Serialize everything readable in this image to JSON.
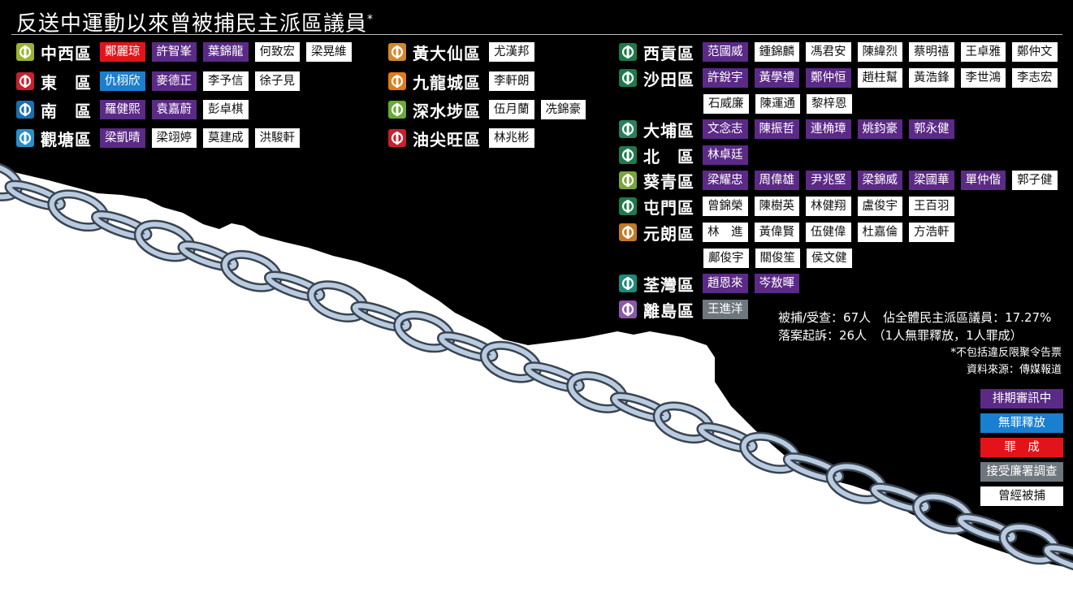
{
  "title": "反送中運動以來曾被捕民主派區議員",
  "title_mark": "*",
  "colors": {
    "trial": "#5b2a86",
    "acquitted": "#1a7fce",
    "convicted": "#e2141a",
    "icac": "#6f777e",
    "arrested": "#ffffff"
  },
  "districts": [
    {
      "name": "中西區",
      "icon": "central-western-emblem",
      "names": [
        {
          "n": "鄭麗琼",
          "s": "convicted"
        },
        {
          "n": "許智峯",
          "s": "trial"
        },
        {
          "n": "葉錦龍",
          "s": "trial"
        },
        {
          "n": "何致宏",
          "s": "arrested"
        },
        {
          "n": "梁晃維",
          "s": "arrested"
        }
      ]
    },
    {
      "name": "東　區",
      "icon": "eastern-emblem",
      "names": [
        {
          "n": "仇栩欣",
          "s": "acquitted"
        },
        {
          "n": "麥德正",
          "s": "trial"
        },
        {
          "n": "李予信",
          "s": "arrested"
        },
        {
          "n": "徐子見",
          "s": "arrested"
        }
      ]
    },
    {
      "name": "南　區",
      "icon": "southern-emblem",
      "names": [
        {
          "n": "羅健熙",
          "s": "trial"
        },
        {
          "n": "袁嘉蔚",
          "s": "trial"
        },
        {
          "n": "彭卓棋",
          "s": "arrested"
        }
      ]
    },
    {
      "name": "觀塘區",
      "icon": "kwun-tong-emblem",
      "names": [
        {
          "n": "梁凱晴",
          "s": "trial"
        },
        {
          "n": "梁翊婷",
          "s": "arrested"
        },
        {
          "n": "莫建成",
          "s": "arrested"
        },
        {
          "n": "洪駿軒",
          "s": "arrested"
        }
      ]
    },
    {
      "name": "黃大仙區",
      "icon": "wong-tai-sin-emblem",
      "names": [
        {
          "n": "尤漢邦",
          "s": "arrested"
        }
      ]
    },
    {
      "name": "九龍城區",
      "icon": "kowloon-city-emblem",
      "names": [
        {
          "n": "李軒朗",
          "s": "arrested"
        }
      ]
    },
    {
      "name": "深水埗區",
      "icon": "sham-shui-po-emblem",
      "names": [
        {
          "n": "伍月蘭",
          "s": "arrested"
        },
        {
          "n": "冼錦豪",
          "s": "arrested"
        }
      ]
    },
    {
      "name": "油尖旺區",
      "icon": "yau-tsim-mong-emblem",
      "names": [
        {
          "n": "林兆彬",
          "s": "arrested"
        }
      ]
    },
    {
      "name": "西貢區",
      "icon": "sai-kung-emblem",
      "names": [
        {
          "n": "范國威",
          "s": "trial"
        },
        {
          "n": "鍾錦麟",
          "s": "arrested"
        },
        {
          "n": "馮君安",
          "s": "arrested"
        },
        {
          "n": "陳緯烈",
          "s": "arrested"
        },
        {
          "n": "蔡明禧",
          "s": "arrested"
        },
        {
          "n": "王卓雅",
          "s": "arrested"
        },
        {
          "n": "鄭仲文",
          "s": "arrested"
        }
      ]
    },
    {
      "name": "沙田區",
      "icon": "sha-tin-emblem",
      "names": [
        {
          "n": "許銳宇",
          "s": "trial"
        },
        {
          "n": "黃學禮",
          "s": "trial"
        },
        {
          "n": "鄭仲恒",
          "s": "trial"
        },
        {
          "n": "趙柱幫",
          "s": "arrested"
        },
        {
          "n": "黃浩鋒",
          "s": "arrested"
        },
        {
          "n": "李世鴻",
          "s": "arrested"
        },
        {
          "n": "李志宏",
          "s": "arrested"
        }
      ],
      "names2": [
        {
          "n": "石威廉",
          "s": "arrested"
        },
        {
          "n": "陳運通",
          "s": "arrested"
        },
        {
          "n": "黎梓恩",
          "s": "arrested"
        }
      ]
    },
    {
      "name": "大埔區",
      "icon": "tai-po-emblem",
      "names": [
        {
          "n": "文念志",
          "s": "trial"
        },
        {
          "n": "陳振哲",
          "s": "trial"
        },
        {
          "n": "連桷璋",
          "s": "trial"
        },
        {
          "n": "姚鈞豪",
          "s": "trial"
        },
        {
          "n": "郭永健",
          "s": "trial"
        }
      ]
    },
    {
      "name": "北　區",
      "icon": "north-emblem",
      "names": [
        {
          "n": "林卓廷",
          "s": "trial"
        }
      ]
    },
    {
      "name": "葵青區",
      "icon": "kwai-tsing-emblem",
      "names": [
        {
          "n": "梁耀忠",
          "s": "trial"
        },
        {
          "n": "周偉雄",
          "s": "trial"
        },
        {
          "n": "尹兆堅",
          "s": "trial"
        },
        {
          "n": "梁錦威",
          "s": "trial"
        },
        {
          "n": "梁國華",
          "s": "trial"
        },
        {
          "n": "單仲偕",
          "s": "trial"
        },
        {
          "n": "郭子健",
          "s": "arrested"
        }
      ]
    },
    {
      "name": "屯門區",
      "icon": "tuen-mun-emblem",
      "names": [
        {
          "n": "曾錦榮",
          "s": "arrested"
        },
        {
          "n": "陳樹英",
          "s": "arrested"
        },
        {
          "n": "林健翔",
          "s": "arrested"
        },
        {
          "n": "盧俊宇",
          "s": "arrested"
        },
        {
          "n": "王百羽",
          "s": "arrested"
        }
      ]
    },
    {
      "name": "元朗區",
      "icon": "yuen-long-emblem",
      "names": [
        {
          "n": "林　進",
          "s": "arrested"
        },
        {
          "n": "黃偉賢",
          "s": "arrested"
        },
        {
          "n": "伍健偉",
          "s": "arrested"
        },
        {
          "n": "杜嘉倫",
          "s": "arrested"
        },
        {
          "n": "方浩軒",
          "s": "arrested"
        }
      ],
      "names2": [
        {
          "n": "鄺俊宇",
          "s": "arrested"
        },
        {
          "n": "關俊笙",
          "s": "arrested"
        },
        {
          "n": "侯文健",
          "s": "arrested"
        }
      ]
    },
    {
      "name": "荃灣區",
      "icon": "tsuen-wan-emblem",
      "names": [
        {
          "n": "趙恩來",
          "s": "trial"
        },
        {
          "n": "岑敖暉",
          "s": "trial"
        }
      ]
    },
    {
      "name": "離島區",
      "icon": "islands-emblem",
      "names": [
        {
          "n": "王進洋",
          "s": "icac"
        }
      ]
    }
  ],
  "stats": {
    "line1": "被捕/受查：67人　佔全體民主派區議員：17.27%",
    "line2": "落案起訴：26人　（1人無罪釋放，1人罪成）"
  },
  "notes": {
    "exclusion": "*不包括違反限聚令告票",
    "source": "資料來源：傳媒報道"
  },
  "legend": [
    {
      "label": "排期審訊中",
      "s": "trial"
    },
    {
      "label": "無罪釋放",
      "s": "acquitted"
    },
    {
      "label": "罪　成",
      "s": "convicted"
    },
    {
      "label": "接受廉署調查",
      "s": "icac"
    },
    {
      "label": "曾經被捕",
      "s": "arrested"
    }
  ]
}
